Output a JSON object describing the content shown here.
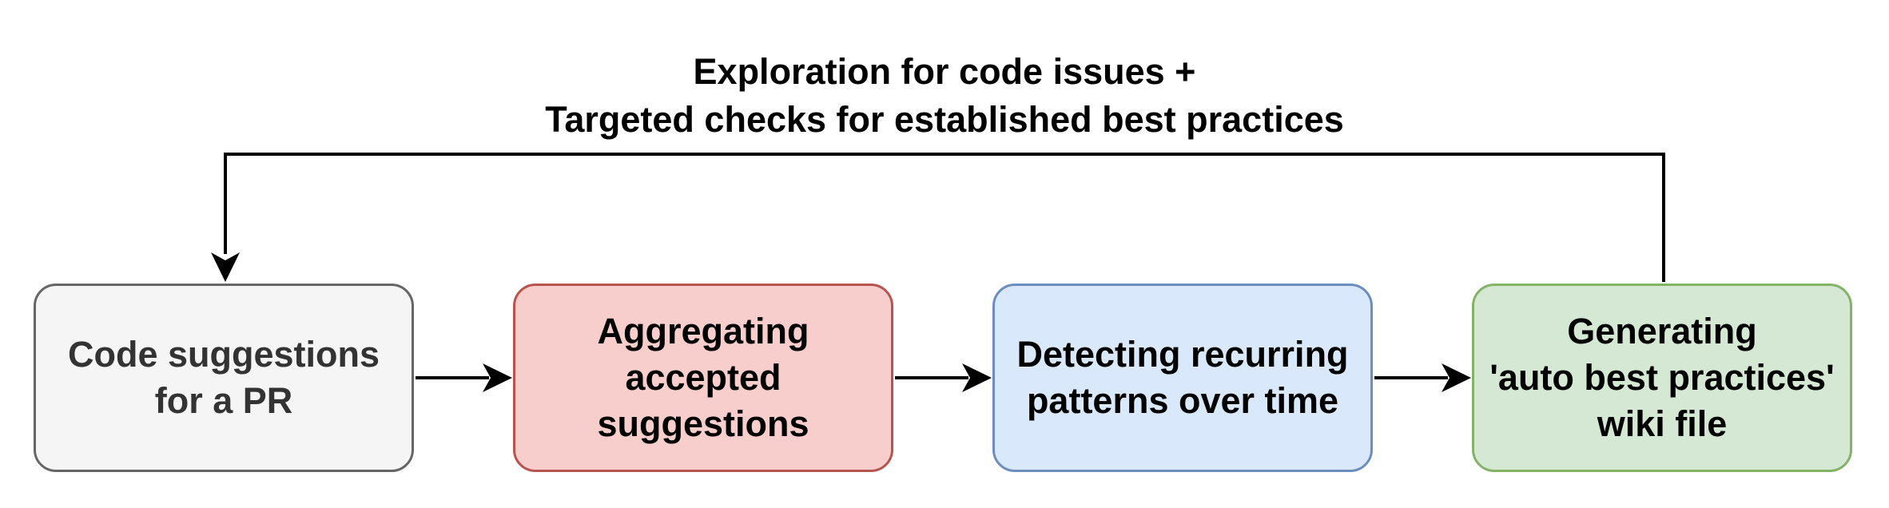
{
  "feedback_label": {
    "line1": "Exploration for code issues +",
    "line2": "Targeted checks for established best practices"
  },
  "boxes": [
    {
      "id": "code-suggestions",
      "lines": [
        "Code suggestions",
        "for a PR"
      ],
      "fill": "#f5f5f5",
      "stroke": "#666666"
    },
    {
      "id": "aggregating",
      "lines": [
        "Aggregating",
        "accepted",
        "suggestions"
      ],
      "fill": "#f8cecc",
      "stroke": "#b85450"
    },
    {
      "id": "detecting",
      "lines": [
        "Detecting recurring",
        "patterns over time"
      ],
      "fill": "#dae8fc",
      "stroke": "#6c8ebf"
    },
    {
      "id": "generating",
      "lines": [
        "Generating",
        "'auto best practices'",
        "wiki file"
      ],
      "fill": "#d5e8d4",
      "stroke": "#82b366"
    }
  ],
  "connector_color": "#000000"
}
